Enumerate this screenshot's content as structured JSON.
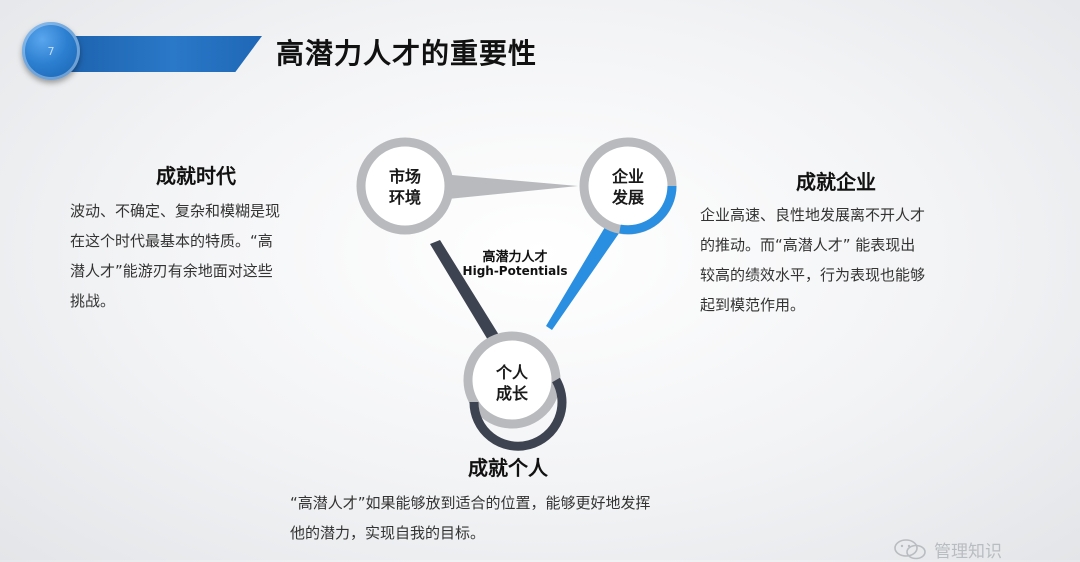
{
  "header": {
    "page_number": "7",
    "title": "高潜力人才的重要性"
  },
  "diagram": {
    "nodes": {
      "market": {
        "line1": "市场",
        "line2": "环境"
      },
      "enterprise": {
        "line1": "企业",
        "line2": "发展"
      },
      "personal": {
        "line1": "个人",
        "line2": "成长"
      }
    },
    "center": {
      "cn": "高潜力人才",
      "en": "High-Potentials"
    },
    "colors": {
      "blue": "#2a8fe0",
      "dark": "#3d4350",
      "gray": "#b8babd"
    }
  },
  "sections": {
    "era": {
      "title": "成就时代",
      "lines": [
        "波动、不确定、复杂和模糊是现",
        "在这个时代最基本的特质。“高",
        "潜人才”能游刃有余地面对这些",
        "挑战。"
      ]
    },
    "enterprise": {
      "title": "成就企业",
      "lines": [
        "企业高速、良性地发展离不开人才",
        "的推动。而“高潜人才” 能表现出",
        "较高的绩效水平，行为表现也能够",
        "起到模范作用。"
      ]
    },
    "personal": {
      "title": "成就个人",
      "lines": [
        "“高潜人才”如果能够放到适合的位置，能够更好地发挥",
        "他的潜力，实现自我的目标。"
      ]
    }
  },
  "watermark": {
    "text": "管理知识",
    "icon": "wechat-icon"
  }
}
